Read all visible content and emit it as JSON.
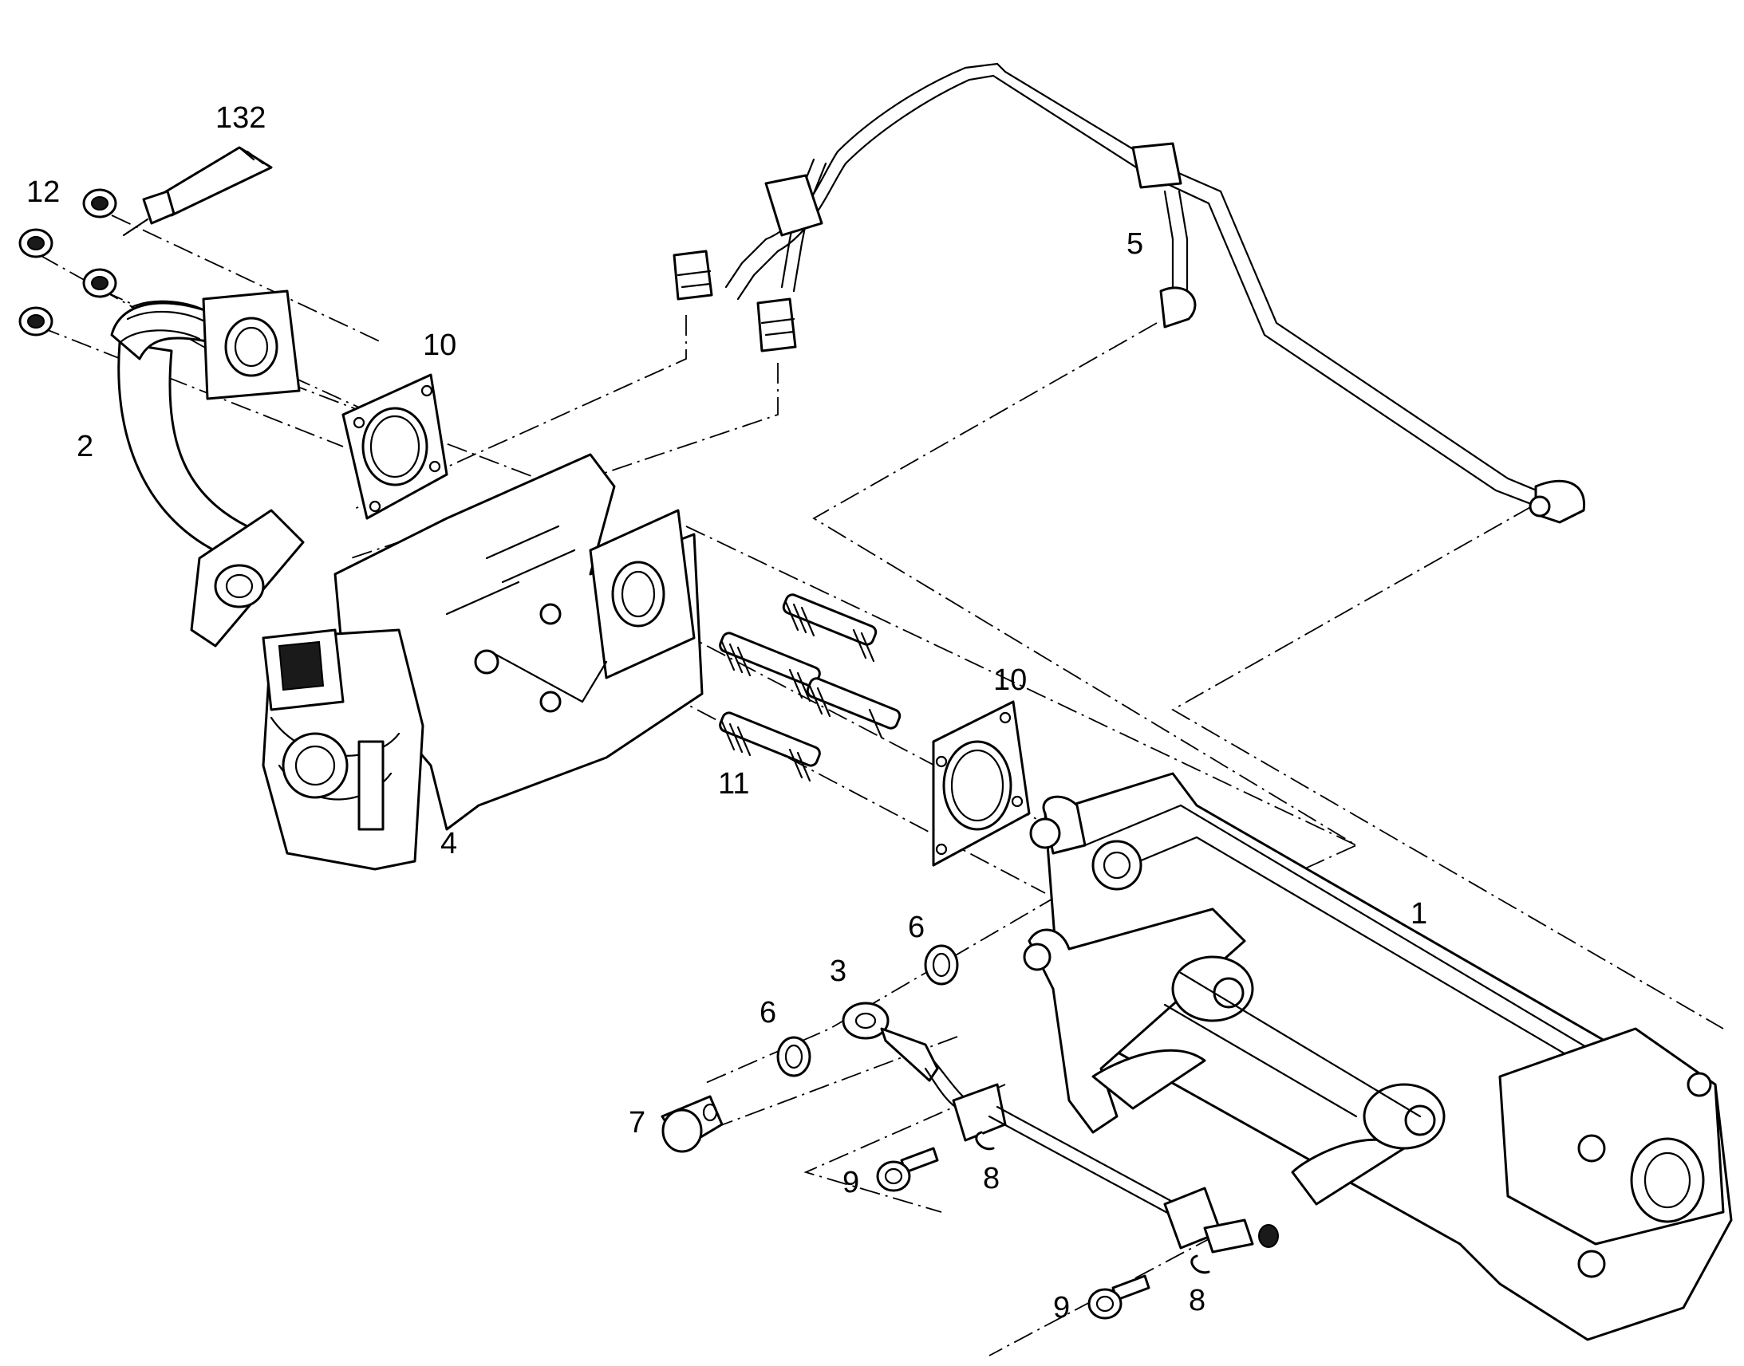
{
  "callouts": {
    "c1": "1",
    "c2": "2",
    "c3": "3",
    "c4": "4",
    "c5": "5",
    "c6a": "6",
    "c6b": "6",
    "c7": "7",
    "c8a": "8",
    "c8b": "8",
    "c9a": "9",
    "c9b": "9",
    "c10a": "10",
    "c10b": "10",
    "c11": "11",
    "c12": "12",
    "c132": "132"
  },
  "colors": {
    "line": "#000000",
    "background": "#ffffff"
  }
}
